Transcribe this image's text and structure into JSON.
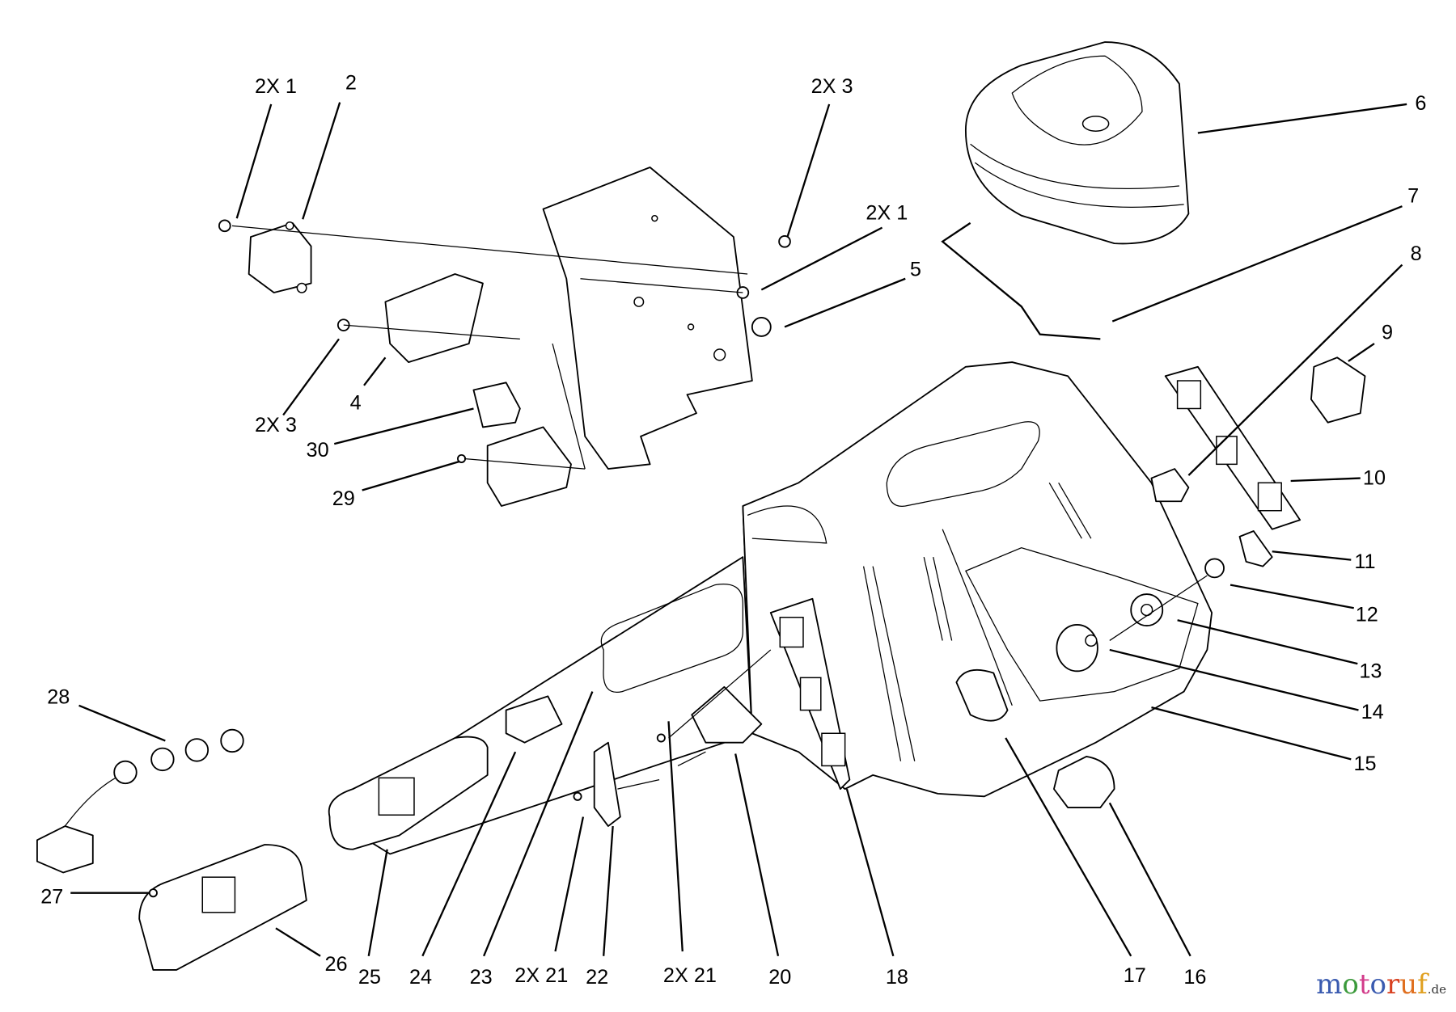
{
  "diagram": {
    "callouts": [
      {
        "id": "c1",
        "text": "2X 1"
      },
      {
        "id": "c2",
        "text": "2"
      },
      {
        "id": "c3",
        "text": "2X 3"
      },
      {
        "id": "c4",
        "text": "6"
      },
      {
        "id": "c5",
        "text": "7"
      },
      {
        "id": "c6",
        "text": "2X 1"
      },
      {
        "id": "c7",
        "text": "5"
      },
      {
        "id": "c8",
        "text": "8"
      },
      {
        "id": "c9",
        "text": "9"
      },
      {
        "id": "c10",
        "text": "2X 3"
      },
      {
        "id": "c11",
        "text": "4"
      },
      {
        "id": "c12",
        "text": "30"
      },
      {
        "id": "c13",
        "text": "29"
      },
      {
        "id": "c14",
        "text": "10"
      },
      {
        "id": "c15",
        "text": "11"
      },
      {
        "id": "c16",
        "text": "12"
      },
      {
        "id": "c17",
        "text": "13"
      },
      {
        "id": "c18",
        "text": "14"
      },
      {
        "id": "c19",
        "text": "15"
      },
      {
        "id": "c20",
        "text": "28"
      },
      {
        "id": "c21",
        "text": "27"
      },
      {
        "id": "c22",
        "text": "26"
      },
      {
        "id": "c23",
        "text": "25"
      },
      {
        "id": "c24",
        "text": "24"
      },
      {
        "id": "c25",
        "text": "23"
      },
      {
        "id": "c26",
        "text": "2X 21"
      },
      {
        "id": "c27",
        "text": "22"
      },
      {
        "id": "c28",
        "text": "2X 21"
      },
      {
        "id": "c29",
        "text": "20"
      },
      {
        "id": "c30",
        "text": "18"
      },
      {
        "id": "c31",
        "text": "17"
      },
      {
        "id": "c32",
        "text": "16"
      }
    ]
  },
  "watermark": {
    "brand": "motoruf",
    "tld": ".de",
    "colors": [
      "#3a5bb0",
      "#3c9a3c",
      "#d23b8a",
      "#e0a020",
      "#d84020"
    ]
  }
}
